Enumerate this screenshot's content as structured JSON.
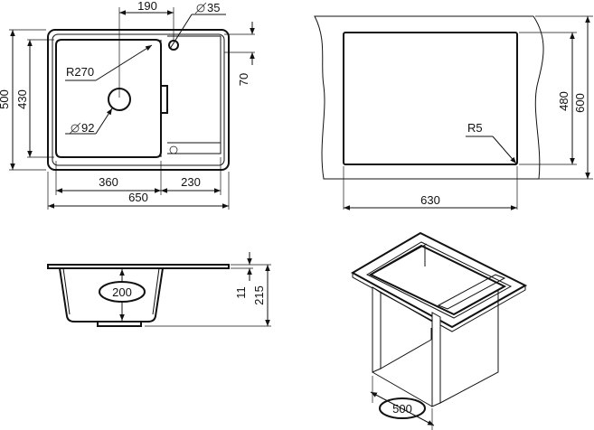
{
  "top_view": {
    "width_label": "650",
    "height_label": "500",
    "bowl_height_label": "430",
    "bowl_width_label": "360",
    "drainboard_width_label": "230",
    "tap_offset_label": "190",
    "tap_hole_label": "35",
    "corner_radius_label": "R270",
    "drain_label": "92",
    "ledge_label": "70"
  },
  "cutout_view": {
    "width_label": "630",
    "height_label": "480",
    "outer_height_label": "600",
    "radius_label": "R5"
  },
  "side_view": {
    "depth_label": "200",
    "rim_label": "11",
    "total_height_label": "215"
  },
  "cabinet_view": {
    "width_label": "500"
  }
}
